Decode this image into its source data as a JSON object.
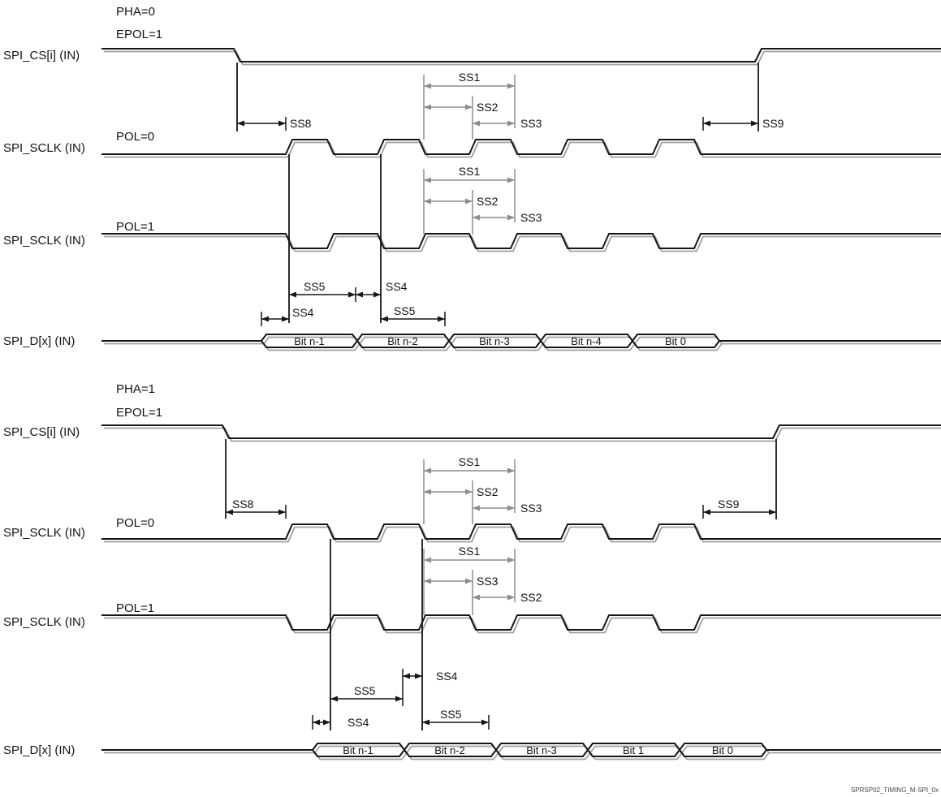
{
  "watermark": "SPRSP02_TIMING_M-SPI_0x",
  "sections": [
    {
      "pha": "PHA=0",
      "epol": "EPOL=1",
      "cs_name": "SPI_CS[i] (IN)",
      "sclk0_pol": "POL=0",
      "sclk0_name": "SPI_SCLK (IN)",
      "sclk1_pol": "POL=1",
      "sclk1_name": "SPI_SCLK (IN)",
      "data_name": "SPI_D[x] (IN)",
      "bits": [
        "Bit n-1",
        "Bit n-2",
        "Bit n-3",
        "Bit n-4",
        "Bit 0"
      ],
      "meas": {
        "ss8": "SS8",
        "ss9": "SS9",
        "clk0": [
          "SS1",
          "SS2",
          "SS3"
        ],
        "clk1": [
          "SS1",
          "SS2",
          "SS3"
        ],
        "data_rows": [
          "SS5",
          "SS4",
          "SS4",
          "SS5"
        ]
      }
    },
    {
      "pha": "PHA=1",
      "epol": "EPOL=1",
      "cs_name": "SPI_CS[i] (IN)",
      "sclk0_pol": "POL=0",
      "sclk0_name": "SPI_SCLK (IN)",
      "sclk1_pol": "POL=1",
      "sclk1_name": "SPI_SCLK (IN)",
      "data_name": "SPI_D[x] (IN)",
      "bits": [
        "Bit n-1",
        "Bit n-2",
        "Bit n-3",
        "Bit 1",
        "Bit 0"
      ],
      "meas": {
        "ss8": "SS8",
        "ss9": "SS9",
        "clk0": [
          "SS1",
          "SS2",
          "SS3"
        ],
        "clk1": [
          "SS1",
          "SS3",
          "SS2"
        ],
        "data_rows": [
          "SS4",
          "SS5",
          "SS4",
          "SS5"
        ]
      }
    }
  ]
}
